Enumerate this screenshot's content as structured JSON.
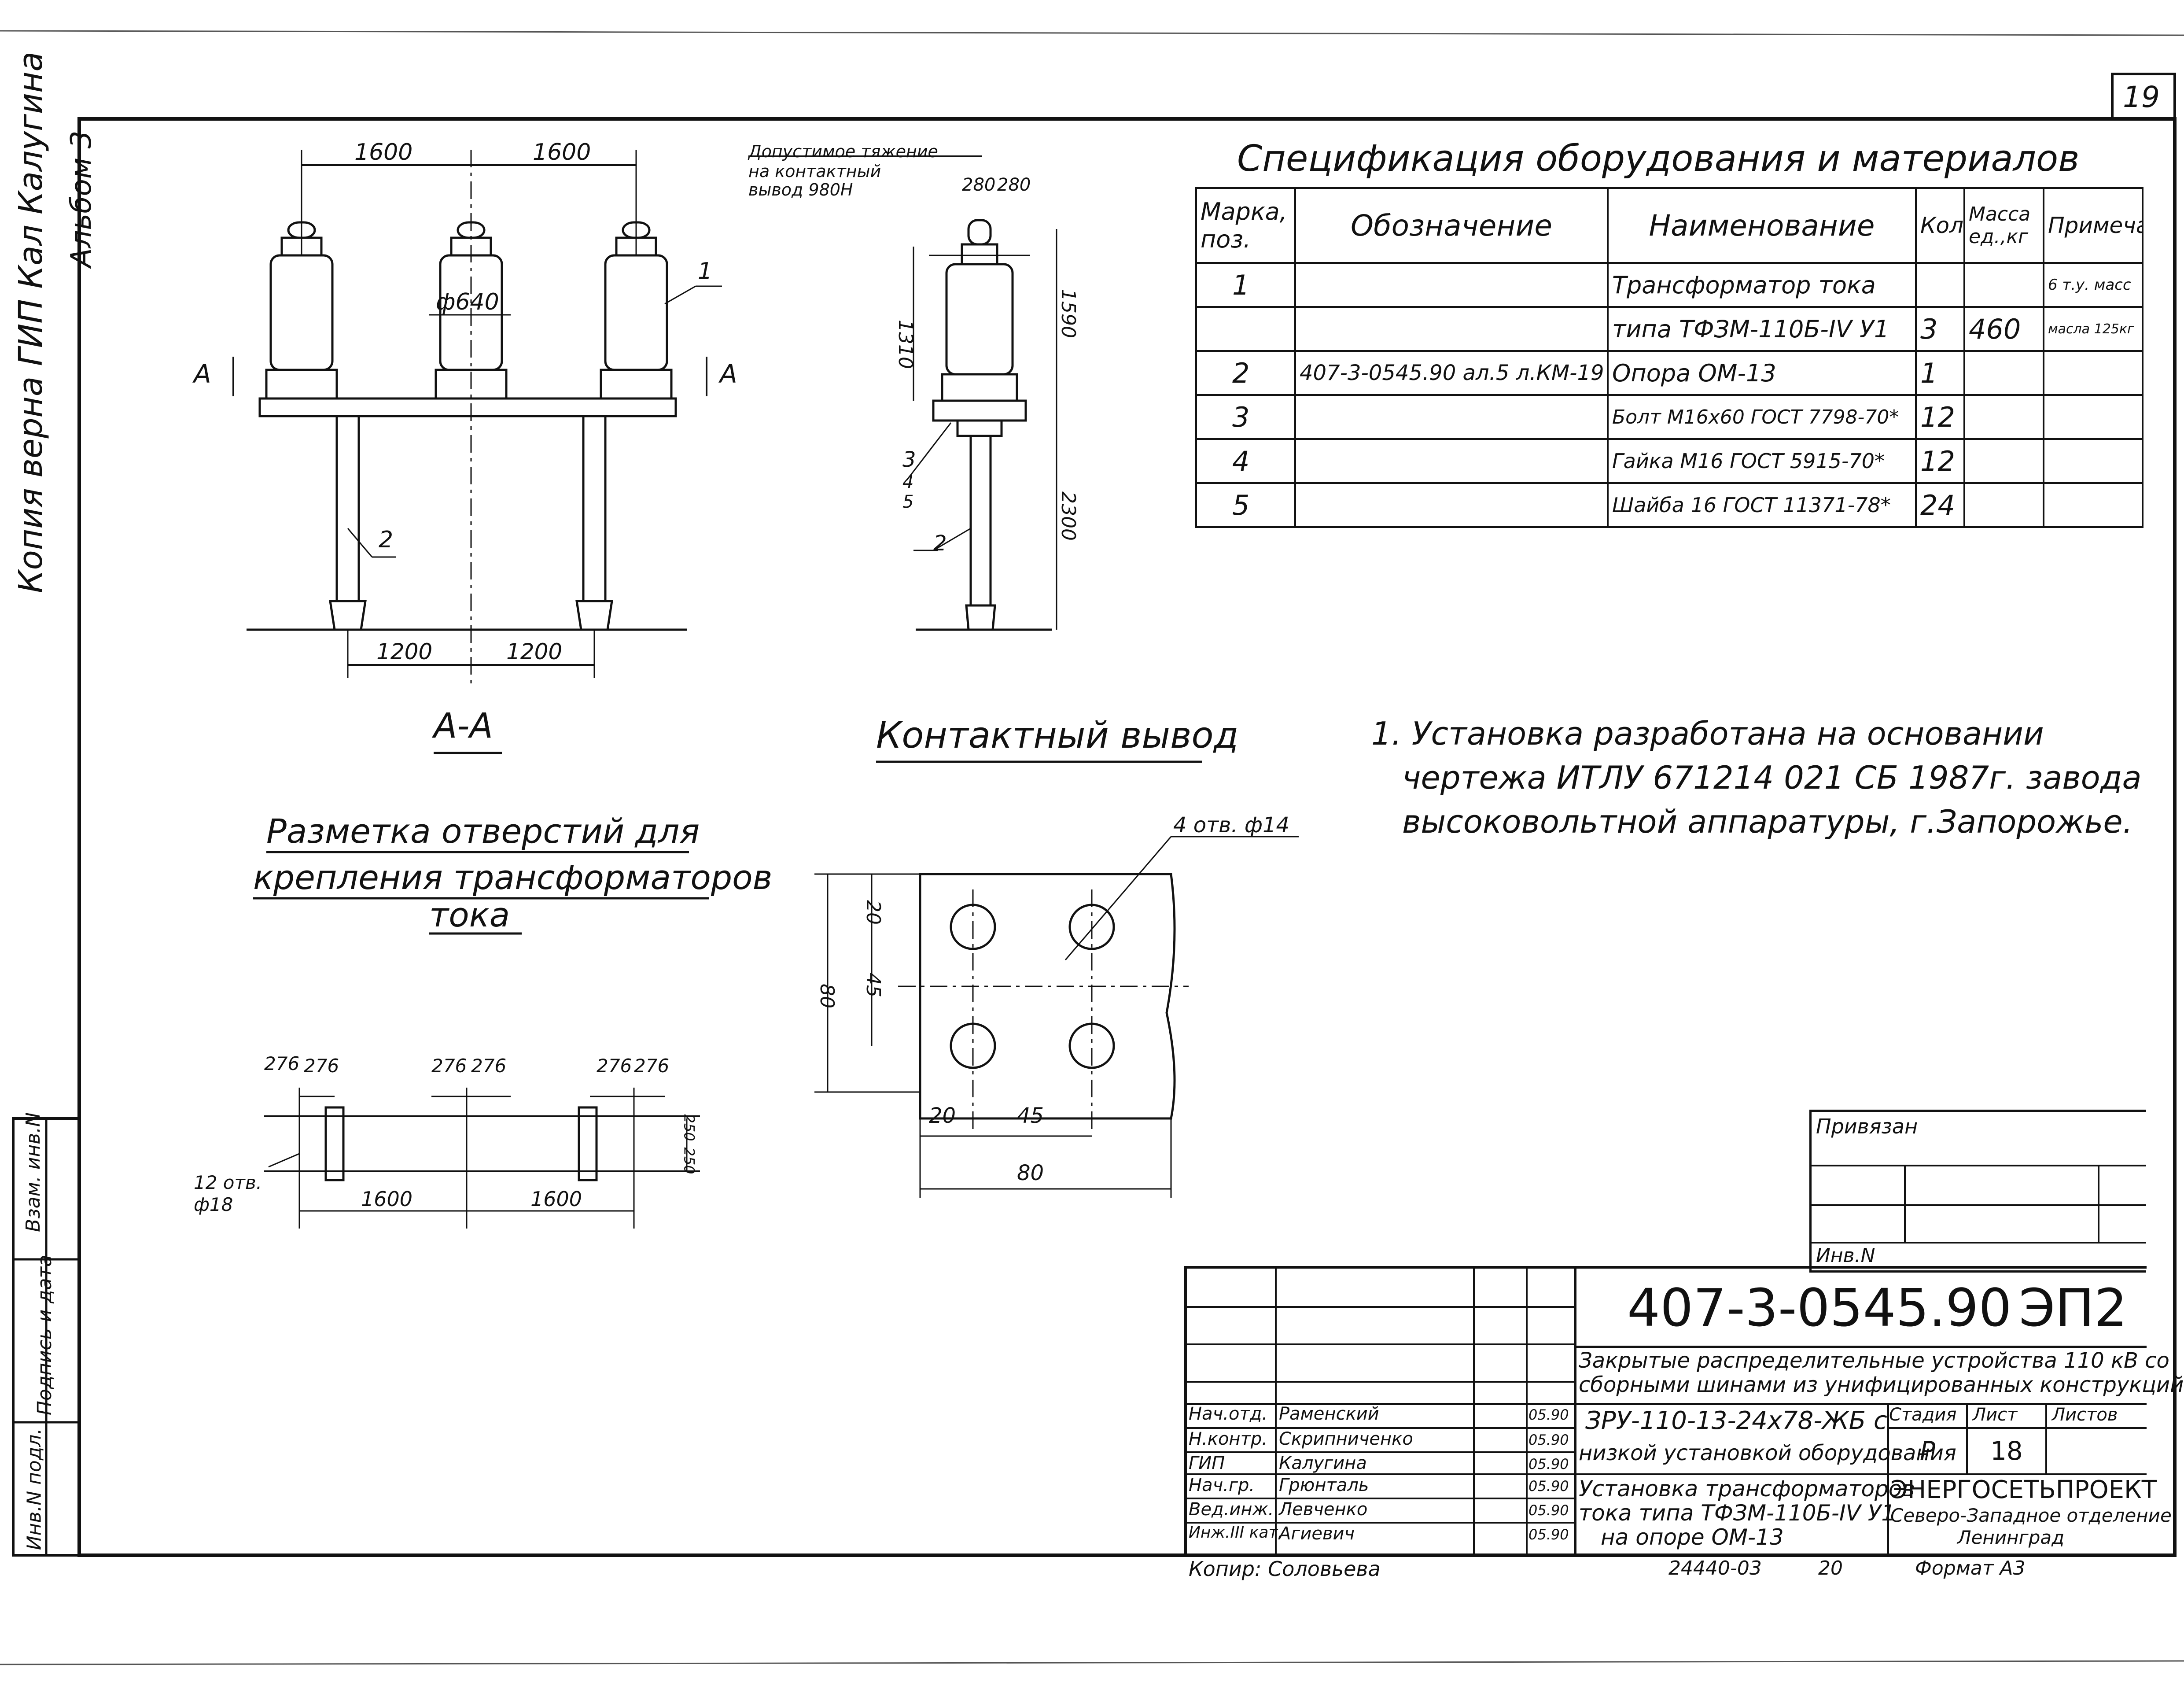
{
  "sheet": {
    "number": "19",
    "left_stamp_vertical": "Копия верна ГИП Кал Калугина",
    "album": "Альбом 3",
    "left_margin_labels": [
      "Взам. инв.N",
      "Подпись и дата",
      "Инв.N подл."
    ]
  },
  "front_view": {
    "dim_top": [
      "1600",
      "1600"
    ],
    "dim_bottom": [
      "1200",
      "1200"
    ],
    "diameter": "ф640",
    "section_mark": "А",
    "callout_1": "1",
    "callout_2": "2",
    "caption": "А-А"
  },
  "side_view": {
    "load_note": [
      "Допустимое тяжение",
      "на контактный",
      "вывод 980Н"
    ],
    "dims": [
      "280",
      "280",
      "1310",
      "1590",
      "2300"
    ],
    "callouts": [
      "3",
      "4",
      "5",
      "2"
    ]
  },
  "contact_terminal": {
    "caption": "Контактный вывод",
    "holes": "4 отв. ф14",
    "dims": [
      "20",
      "45",
      "80",
      "20",
      "45",
      "80"
    ]
  },
  "hole_layout": {
    "caption_lines": [
      "Разметка отверстий для",
      "крепления трансформаторов",
      "тока"
    ],
    "dims_top": [
      "276",
      "276",
      "276",
      "276",
      "276",
      "276"
    ],
    "dims_bottom": [
      "1600",
      "1600"
    ],
    "holes": [
      "12 отв.",
      "ф18"
    ],
    "side_dims": [
      "250",
      "250"
    ]
  },
  "notes": [
    "1. Установка разработана на основании",
    "чертежа ИТЛУ 671214 021 СБ 1987г. завода",
    "высоковольтной аппаратуры, г.Запорожье."
  ],
  "spec": {
    "title": "Спецификация оборудования и материалов",
    "headers": [
      "Марка, поз.",
      "Обозначение",
      "Наименование",
      "Кол",
      "Масса ед.,кг",
      "Примечание"
    ],
    "rows": [
      [
        "1",
        "",
        "Трансформатор тока",
        "",
        "",
        "6 т.у. масс"
      ],
      [
        "",
        "",
        "типа ТФЗМ-110Б-IV У1",
        "3",
        "460",
        "масла 125кг"
      ],
      [
        "2",
        "407-3-0545.90 ал.5 л.КМ-19",
        "Опора ОМ-13",
        "1",
        "",
        ""
      ],
      [
        "3",
        "",
        "Болт М16х60 ГОСТ 7798-70*",
        "12",
        "",
        ""
      ],
      [
        "4",
        "",
        "Гайка М16 ГОСТ 5915-70*",
        "12",
        "",
        ""
      ],
      [
        "5",
        "",
        "Шайба 16 ГОСТ 11371-78*",
        "24",
        "",
        ""
      ]
    ]
  },
  "title_block": {
    "bound": "Привязан",
    "inv": "Инв.N",
    "code": "407-3-0545.90",
    "sheet_code": "ЭП2",
    "project_name": [
      "Закрытые распределительные устройства 110 кВ со",
      "сборными шинами из унифицированных конструкций"
    ],
    "object": [
      "ЗРУ-110-13-24х78-ЖБ с",
      "низкой установкой оборудования"
    ],
    "drawing_name": [
      "Установка трансформаторов",
      "тока типа ТФЗМ-110Б-IV У1",
      "на опоре ОМ-13"
    ],
    "stage_header": [
      "Стадия",
      "Лист",
      "Листов"
    ],
    "stage_values": [
      "Р",
      "18",
      ""
    ],
    "org": [
      "ЭНЕРГОСЕТЬПРОЕКТ",
      "Северо-Западное отделение",
      "Ленинград"
    ],
    "staff": [
      {
        "role": "Нач.отд.",
        "name": "Раменский",
        "date": "05.90"
      },
      {
        "role": "Н.контр.",
        "name": "Скрипниченко",
        "date": "05.90"
      },
      {
        "role": "ГИП",
        "name": "Калугина",
        "date": "05.90"
      },
      {
        "role": "Нач.гр.",
        "name": "Грюнталь",
        "date": "05.90"
      },
      {
        "role": "Вед.инж.",
        "name": "Левченко",
        "date": "05.90"
      },
      {
        "role": "Инж.III кат.",
        "name": "Агиевич",
        "date": "05.90"
      }
    ],
    "copied": "Копир: Соловьева",
    "order": "24440-03",
    "order_sheet": "20",
    "format": "Формат А3"
  }
}
